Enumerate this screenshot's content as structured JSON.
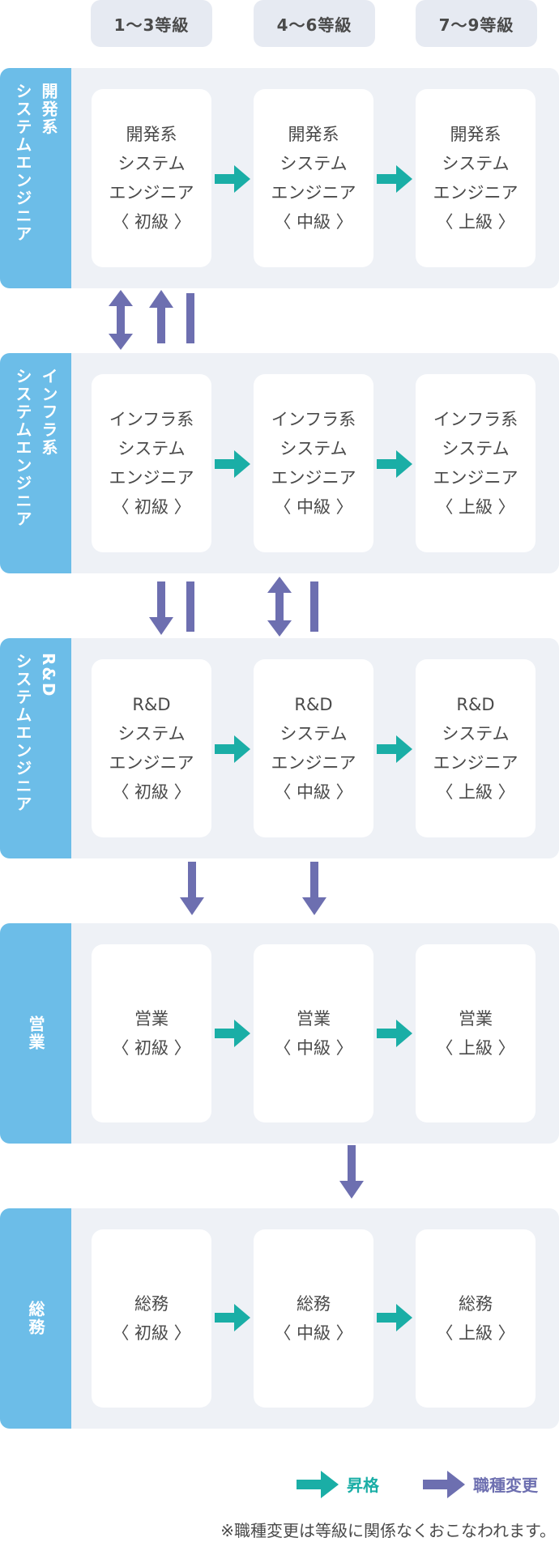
{
  "grades": [
    "1〜3等級",
    "4〜6等級",
    "7〜9等級"
  ],
  "tracks": [
    {
      "label_lines": [
        "開発系",
        "システムエンジニア"
      ],
      "cards": [
        "開発系\nシステム\nエンジニア\n〈 初級 〉",
        "開発系\nシステム\nエンジニア\n〈 中級 〉",
        "開発系\nシステム\nエンジニア\n〈 上級 〉"
      ]
    },
    {
      "label_lines": [
        "インフラ系",
        "システムエンジニア"
      ],
      "cards": [
        "インフラ系\nシステム\nエンジニア\n〈 初級 〉",
        "インフラ系\nシステム\nエンジニア\n〈 中級 〉",
        "インフラ系\nシステム\nエンジニア\n〈 上級 〉"
      ]
    },
    {
      "label_lines": [
        "R&D",
        "システムエンジニア"
      ],
      "cards": [
        "R&D\nシステム\nエンジニア\n〈 初級 〉",
        "R&D\nシステム\nエンジニア\n〈 中級 〉",
        "R&D\nシステム\nエンジニア\n〈 上級 〉"
      ]
    },
    {
      "label_lines": [
        "営業"
      ],
      "cards": [
        "営業\n〈 初級 〉",
        "営業\n〈 中級 〉",
        "営業\n〈 上級 〉"
      ]
    },
    {
      "label_lines": [
        "総務"
      ],
      "cards": [
        "総務\n〈 初級 〉",
        "総務\n〈 中級 〉",
        "総務\n〈 上級 〉"
      ]
    }
  ],
  "legend": {
    "promotion_label": "昇格",
    "job_change_label": "職種変更",
    "promotion_color": "#1aaea6",
    "job_change_color": "#6d6fb0"
  },
  "note": "※職種変更は等級に関係なくおこなわれます。"
}
